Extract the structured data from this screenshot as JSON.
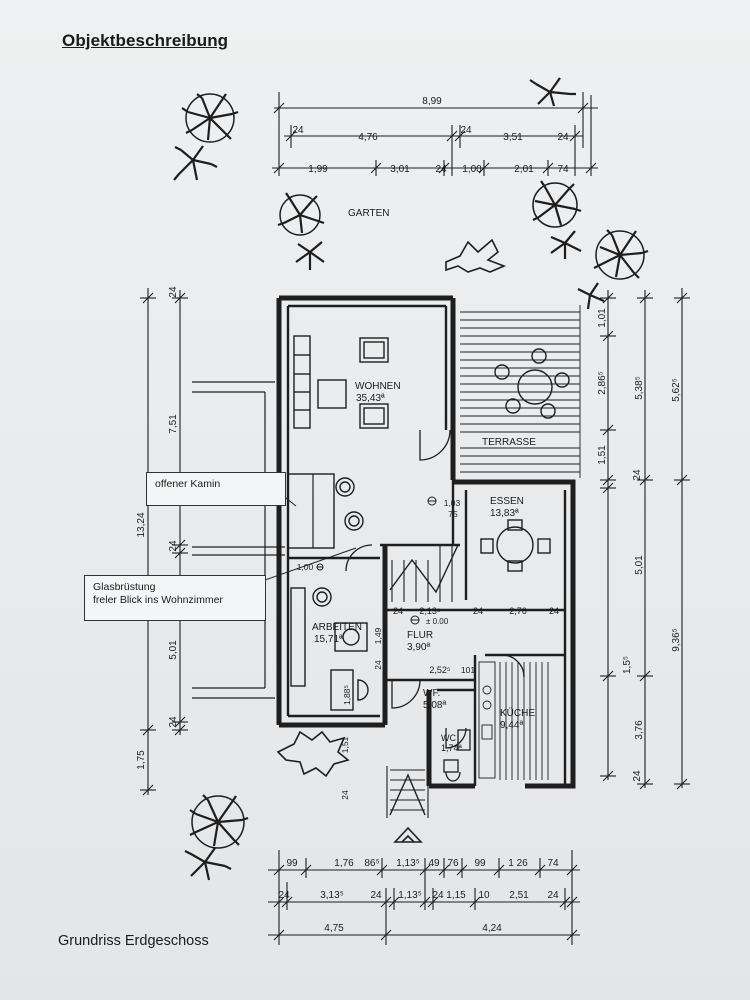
{
  "page": {
    "title": "Objektbeschreibung",
    "caption": "Grundriss Erdgeschoss"
  },
  "callouts": {
    "kamin": "offener Kamin",
    "glas_line1": "Glasbrüstung",
    "glas_line2": "freler Blick ins Wohnzimmer"
  },
  "rooms": {
    "garten": "GARTEN",
    "wohnen": "WOHNEN",
    "wohnen_area": "35,43ª",
    "terrasse": "TERRASSE",
    "essen": "ESSEN",
    "essen_area": "13,83ª",
    "arbeiten": "ARBEITEN",
    "arbeiten_area": "15,71ª",
    "flur": "FLUR",
    "flur_area": "3,90ª",
    "wf": "WF.",
    "wf_area": "5,08ª",
    "kuche": "KÜCHE",
    "kuche_area": "9,44ª",
    "wc": "WC",
    "wc_area": "1,74ª"
  },
  "dims": {
    "top1": "8,99",
    "top2": [
      "24",
      "4,76",
      "24",
      "3,51",
      "24"
    ],
    "top3": [
      "1,99",
      "3,01",
      "24",
      "1,00",
      "2,01",
      "74"
    ],
    "left_outer": [
      "24",
      "13,24",
      "1,75"
    ],
    "left_inner": [
      "7,51",
      "24",
      "5,01",
      "24"
    ],
    "right_inner": [
      "1,01",
      "2,86⁵",
      "1,51",
      "24",
      "5,01",
      "3,76",
      "24"
    ],
    "right_mid": [
      "5,38⁵",
      "1,5⁵"
    ],
    "right_outer": [
      "5,62⁵",
      "9,36⁵"
    ],
    "bot1": [
      "99",
      "1,76",
      "86⁵",
      "1,13⁵",
      "49",
      "76",
      "99",
      "1 26",
      "74"
    ],
    "bot2": [
      "24",
      "3,13⁵",
      "24",
      "1,13⁵",
      "24",
      "1,15",
      "10",
      "2,51",
      "24"
    ],
    "bot3": [
      "4,75",
      "4,24"
    ],
    "inner": {
      "kamin_top": "1,03",
      "kamin_75": "75",
      "d100": "1,00",
      "h24a": "24",
      "h2135": "2,13⁵",
      "h24b": "24",
      "h276": "2,76",
      "h24c": "24",
      "elev": "± 0.00",
      "h149": "1,49",
      "v24": "24",
      "h2525": "2,52⁵",
      "h101": "101",
      "v1885": "1,88⁵",
      "v151": "1,51",
      "v24b": "24"
    }
  }
}
